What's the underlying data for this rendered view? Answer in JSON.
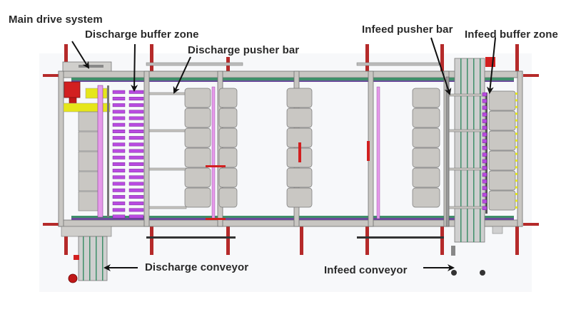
{
  "diagram": {
    "title": "Dual-buffer pusher transfer machine (top view)",
    "labels": {
      "main_drive": "Main drive system",
      "discharge_buffer": "Discharge buffer zone",
      "discharge_pusher": "Discharge pusher bar",
      "infeed_pusher": "Infeed pusher bar",
      "infeed_buffer": "Infeed buffer zone",
      "discharge_conveyor": "Discharge conveyor",
      "infeed_conveyor": "Infeed conveyor"
    },
    "colors": {
      "frame": "#c8c6c2",
      "frame_edge": "#6e6e6e",
      "rail_green": "#3f8f6a",
      "rail_purple": "#6a4a9a",
      "pusher_magenta": "#b84be0",
      "pusher_light": "#e59ae9",
      "motor_red": "#d22020",
      "post_red": "#b52a2a",
      "guard_yellow": "#e6e61a",
      "product_grey": "#c9c7c3",
      "arrow": "#111111",
      "text": "#2a2a2a"
    },
    "components": {
      "discharge_buffer_fingers": 20,
      "infeed_buffer_fingers": 18,
      "product_rows": 6,
      "product_stacks_on_bed": 4
    }
  }
}
